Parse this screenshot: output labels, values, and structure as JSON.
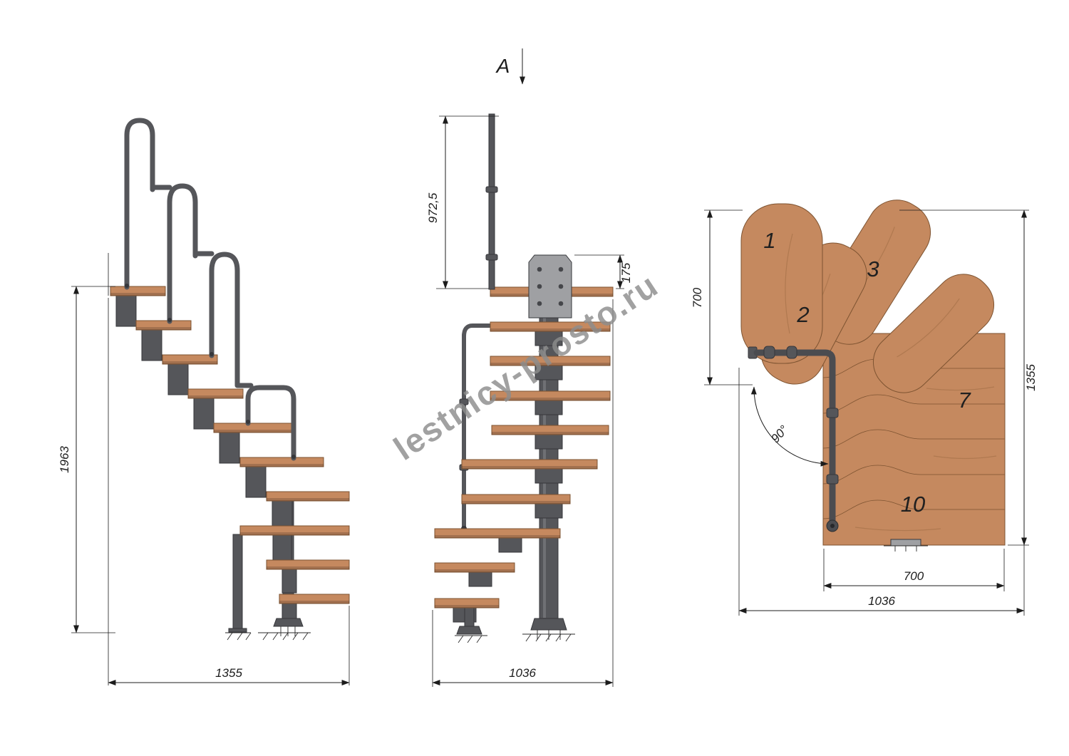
{
  "watermark": {
    "text": "lestnicy-prosto.ru"
  },
  "side_view": {
    "dim_height": "1963",
    "dim_width": "1355"
  },
  "front_view": {
    "section_label": "A",
    "dim_handrail_height": "972,5",
    "dim_plate_height": "175",
    "dim_width": "1036"
  },
  "plan_view": {
    "dim_entry_width": "700",
    "dim_total_length": "1355",
    "dim_tread_length": "700",
    "dim_total_width": "1036",
    "dim_turn_angle": "90°",
    "tread_numbers": [
      "1",
      "2",
      "3",
      "7",
      "10"
    ]
  },
  "colors": {
    "wood": "#c5895f",
    "wood_dark": "#9c6a42",
    "wood_edge": "#7d5331",
    "metal": "#55565a",
    "metal_dark": "#36373b",
    "metal_light": "#9fa0a3",
    "dim_line": "#1c1c1c",
    "watermark": "#8d8d8d"
  }
}
